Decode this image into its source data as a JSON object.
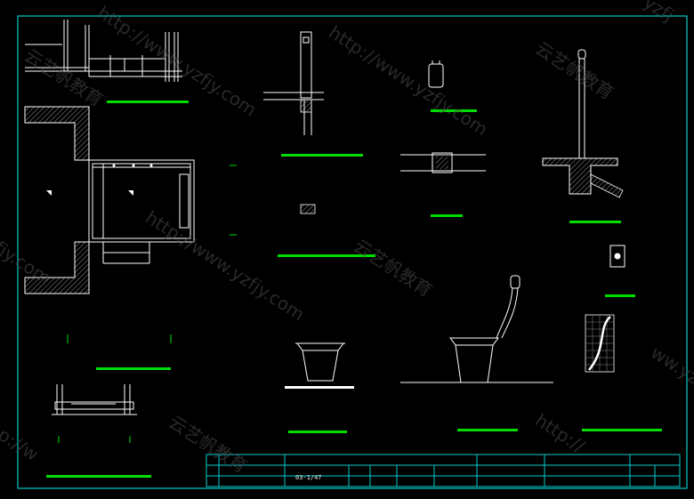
{
  "drawing": {
    "background": "#000000",
    "frame_color": "#00cccc",
    "line_color": "#ffffff",
    "label_bar_color": "#00dd00",
    "hatch_color": "#bbbbbb"
  },
  "title_block": {
    "code": "03-1/47"
  },
  "watermarks": {
    "url": "http://www.yzfjy.com",
    "brand": "云艺帆教育",
    "url_fragment_top_right": "yzfj",
    "url_fragment_left": "fjy.com",
    "url_fragment_right": "ww.yz",
    "url_fragment_bottom_right": "http://",
    "url_fragment_bottom_left": "p://w"
  }
}
